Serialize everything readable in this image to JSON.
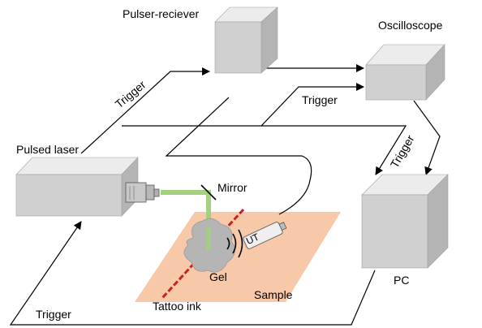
{
  "diagram": {
    "labels": {
      "pulser": "Pulser-reciever",
      "oscilloscope": "Oscilloscope",
      "pulsed_laser": "Pulsed laser",
      "mirror": "Mirror",
      "pc": "PC",
      "gel": "Gel",
      "sample": "Sample",
      "tattoo_ink": "Tattoo ink",
      "transducer_mark": "UT"
    },
    "triggers": {
      "laser_to_pulser": "Trigger",
      "pulser_to_osc": "Trigger",
      "to_pc": "Trigger",
      "pc_to_laser": "Trigger"
    },
    "colors": {
      "box_front": "#d0d0d0",
      "box_top": "#ececec",
      "box_side": "#b4b4b4",
      "sample": "#f7c9a8",
      "beam": "#a3d17e",
      "ink": "#cc1f1f",
      "gel": "#b5b5b5"
    }
  }
}
